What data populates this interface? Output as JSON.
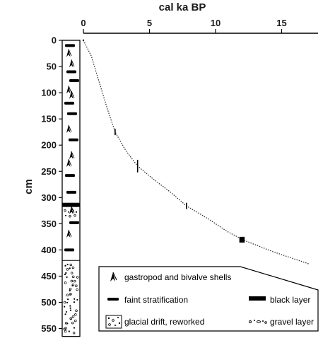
{
  "chart_data": {
    "type": "line",
    "xlabel": "cal ka BP",
    "ylabel": "cm",
    "xlim": [
      0,
      17.5
    ],
    "ylim": [
      0,
      560
    ],
    "x_ticks": [
      0,
      5,
      10,
      15
    ],
    "y_ticks": [
      0,
      50,
      100,
      150,
      200,
      250,
      300,
      350,
      400,
      450,
      500,
      550
    ],
    "axis_position": "x-top",
    "series": [
      {
        "style": "dotted",
        "points": [
          {
            "x": 0,
            "y": 0
          },
          {
            "x": 0.6,
            "y": 30
          },
          {
            "x": 1.2,
            "y": 80
          },
          {
            "x": 1.8,
            "y": 130
          },
          {
            "x": 2.4,
            "y": 175
          },
          {
            "x": 3.2,
            "y": 210
          },
          {
            "x": 4.1,
            "y": 240
          },
          {
            "x": 5.3,
            "y": 265
          },
          {
            "x": 6.6,
            "y": 290
          },
          {
            "x": 7.8,
            "y": 316
          },
          {
            "x": 9.4,
            "y": 340
          },
          {
            "x": 10.9,
            "y": 365
          },
          {
            "x": 12.2,
            "y": 382
          },
          {
            "x": 14.3,
            "y": 403
          },
          {
            "x": 17.1,
            "y": 427
          }
        ]
      }
    ],
    "error_bars": [
      {
        "x": 2.4,
        "y": 175,
        "type": "vertical",
        "half_range": 6
      },
      {
        "x": 4.1,
        "y": 240,
        "type": "vertical",
        "half_range": 12
      },
      {
        "x": 7.8,
        "y": 316,
        "type": "vertical",
        "half_range": 6
      },
      {
        "x": 12.0,
        "y": 380,
        "type": "block",
        "x_range": [
          11.8,
          12.2
        ],
        "y_range": [
          375,
          386
        ]
      }
    ],
    "lithology_column": {
      "layers": [
        {
          "type": "gastropod_and_faint_stratification",
          "top": 0,
          "bottom": 310
        },
        {
          "type": "black_layer",
          "top": 310,
          "bottom": 318
        },
        {
          "type": "gravel_layer",
          "top": 318,
          "bottom": 340
        },
        {
          "type": "gastropod_and_faint_stratification",
          "top": 340,
          "bottom": 420
        },
        {
          "type": "glacial_drift_reworked",
          "top": 420,
          "bottom": 565
        }
      ],
      "stratification_depths": [
        10,
        60,
        77,
        120,
        140,
        190,
        258,
        290,
        348,
        400
      ],
      "gastropod_depths": [
        25,
        45,
        95,
        105,
        170,
        220,
        235,
        325,
        370
      ]
    },
    "legend": {
      "placement": "bottom-right",
      "items": [
        {
          "symbol": "gastropod-icon",
          "label": "gastropod and bivalve shells"
        },
        {
          "symbol": "faint-stratification-icon",
          "label": "faint stratification"
        },
        {
          "symbol": "black-layer-icon",
          "label": "black layer"
        },
        {
          "symbol": "glacial-drift-icon",
          "label": "glacial drift, reworked"
        },
        {
          "symbol": "gravel-layer-icon",
          "label": "gravel layer"
        }
      ]
    }
  }
}
